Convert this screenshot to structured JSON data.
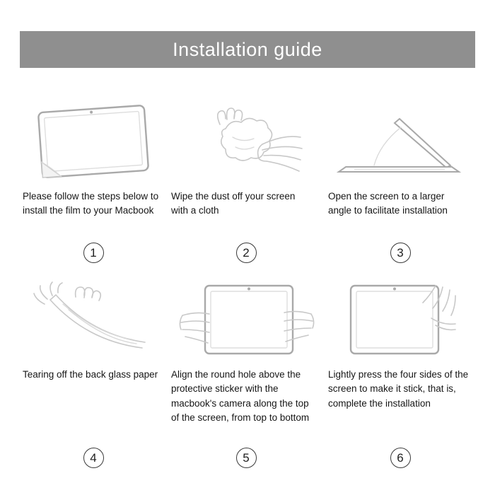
{
  "header": {
    "title": "Installation guide",
    "bg_color": "#8f8f8f",
    "text_color": "#ffffff"
  },
  "steps": [
    {
      "number": "1",
      "icon": "macbook-film-corner-icon",
      "text": "Please follow the steps below to install the film to your Macbook"
    },
    {
      "number": "2",
      "icon": "wipe-cloth-icon",
      "text": "Wipe the dust off your screen with a cloth"
    },
    {
      "number": "3",
      "icon": "open-screen-icon",
      "text": "Open the screen to a larger angle to facilitate installation"
    },
    {
      "number": "4",
      "icon": "tear-backing-paper-icon",
      "text": "Tearing off the back glass paper"
    },
    {
      "number": "5",
      "icon": "align-protector-camera-icon",
      "text": "Align the round hole above the protective sticker with the macbook's camera along the top of the screen, from top to bottom"
    },
    {
      "number": "6",
      "icon": "press-four-sides-icon",
      "text": "Lightly press the four sides of the screen to make it stick, that is, complete the installation"
    }
  ]
}
